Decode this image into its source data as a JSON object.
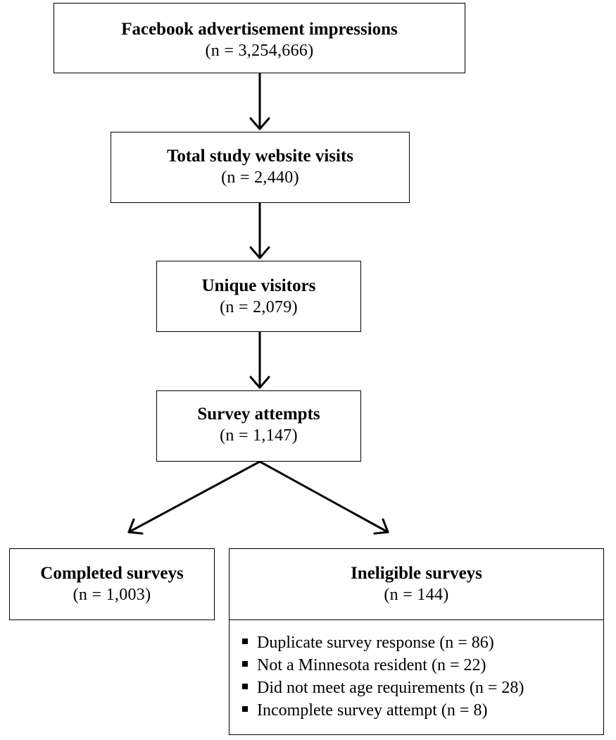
{
  "nodes": {
    "impressions": {
      "title": "Facebook advertisement impressions",
      "count": "(n = 3,254,666)"
    },
    "visits": {
      "title": "Total study website visits",
      "count": "(n = 2,440)"
    },
    "unique": {
      "title": "Unique visitors",
      "count": "(n = 2,079)"
    },
    "attempts": {
      "title": "Survey attempts",
      "count": "(n = 1,147)"
    },
    "completed": {
      "title": "Completed surveys",
      "count": "(n = 1,003)"
    },
    "ineligible": {
      "title": "Ineligible surveys",
      "count": "(n = 144)",
      "reasons": [
        "Duplicate survey response (n = 86)",
        "Not a Minnesota resident (n = 22)",
        "Did not meet age requirements (n = 28)",
        "Incomplete survey attempt (n = 8)"
      ]
    }
  },
  "edges": [
    [
      "impressions",
      "visits"
    ],
    [
      "visits",
      "unique"
    ],
    [
      "unique",
      "attempts"
    ],
    [
      "attempts",
      "completed"
    ],
    [
      "attempts",
      "ineligible"
    ]
  ]
}
